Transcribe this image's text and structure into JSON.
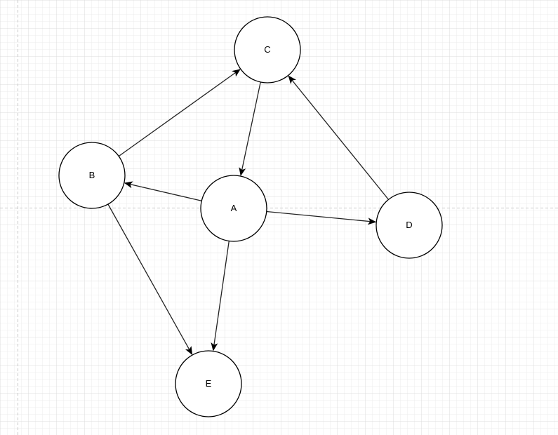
{
  "diagram": {
    "type": "directed-graph",
    "nodes": [
      {
        "id": "C",
        "label": "C"
      },
      {
        "id": "B",
        "label": "B"
      },
      {
        "id": "A",
        "label": "A"
      },
      {
        "id": "D",
        "label": "D"
      },
      {
        "id": "E",
        "label": "E"
      }
    ],
    "edges": [
      {
        "from": "B",
        "to": "C"
      },
      {
        "from": "C",
        "to": "A"
      },
      {
        "from": "D",
        "to": "C"
      },
      {
        "from": "A",
        "to": "B"
      },
      {
        "from": "A",
        "to": "D"
      },
      {
        "from": "A",
        "to": "E"
      },
      {
        "from": "B",
        "to": "E"
      }
    ]
  },
  "colors": {
    "background": "#ffffff",
    "grid_minor": "#ececec",
    "grid_major": "#dcdcdc",
    "page_border": "#c8c8c8",
    "stroke": "#000000",
    "edge": "#222222"
  }
}
